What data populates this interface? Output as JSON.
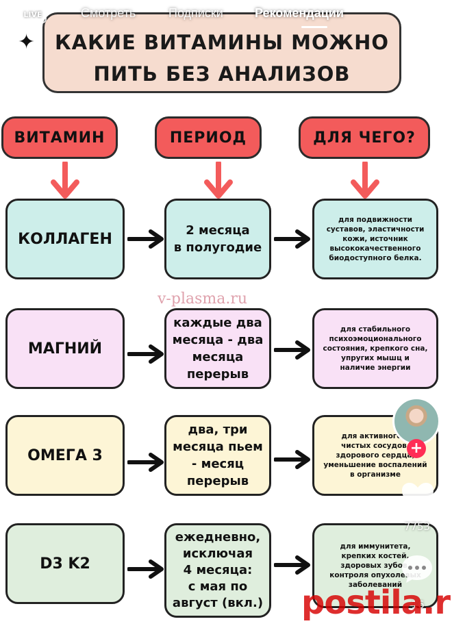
{
  "topbar": {
    "live_label": "LIVE",
    "tabs": [
      {
        "label": "Смотреть",
        "active": false
      },
      {
        "label": "Подписки",
        "active": false
      },
      {
        "label": "Рекомендации",
        "active": true
      }
    ],
    "search_icon": "search-icon"
  },
  "title": {
    "line1": "КАКИЕ ВИТАМИНЫ МОЖНО",
    "line2": "ПИТЬ БЕЗ АНАЛИЗОВ"
  },
  "headers": {
    "vitamin": "ВИТАМИН",
    "period": "ПЕРИОД",
    "purpose": "ДЛЯ ЧЕГО?"
  },
  "rows": [
    {
      "vitamin": "КОЛЛАГЕН",
      "period": [
        "2 месяца",
        "в полугодие"
      ],
      "purpose": [
        "для подвижности",
        "суставов, эластичности",
        "кожи, источник",
        "высококачественного",
        "биодоступного белка."
      ]
    },
    {
      "vitamin": "МАГНИЙ",
      "period": [
        "каждые два",
        "месяца - два",
        "месяца",
        "перерыв"
      ],
      "purpose": [
        "для стабильного",
        "психоэмоционального",
        "состояния, крепкого сна,",
        "упругих мышц и",
        "наличие энергии"
      ]
    },
    {
      "vitamin": "ОМЕГА 3",
      "period": [
        "два, три",
        "месяца пьем",
        "- месяц",
        "перерыв"
      ],
      "purpose": [
        "для активного и",
        "чистых сосудов,",
        "здорового сердца,",
        "уменьшение воспалений",
        "в организме"
      ]
    },
    {
      "vitamin": "D3 K2",
      "period": [
        "ежедневно,",
        "исключая",
        "4 месяца:",
        "с мая по",
        "август (вкл.)"
      ],
      "purpose": [
        "для иммунитета,",
        "крепких костей,",
        "здоровых зубов,",
        "контроля опухолевых",
        "заболеваний"
      ]
    }
  ],
  "watermark": "v-plasma.ru",
  "side": {
    "like_count": "7753",
    "comment_count": "16"
  },
  "brand": "postila.ru",
  "colors": {
    "header_red": "#f35b5b",
    "teal": "#cdeeea",
    "pink": "#f9e1f6",
    "yellow": "#fdf5d6",
    "green": "#dfeedd",
    "title_bg": "#f6dccf"
  }
}
